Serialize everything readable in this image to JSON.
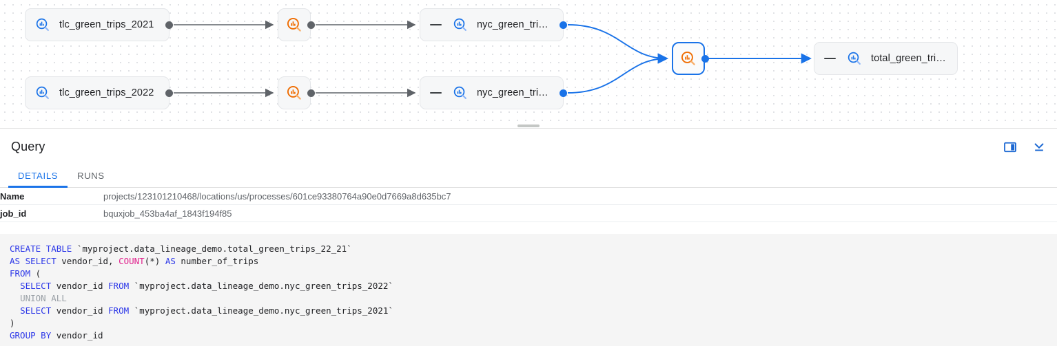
{
  "lineage": {
    "nodes": [
      {
        "id": "tlc-2021",
        "label": "tlc_green_trips_2021",
        "type": "table",
        "icon": "bigquery-table-icon"
      },
      {
        "id": "tlc-2022",
        "label": "tlc_green_trips_2022",
        "type": "table",
        "icon": "bigquery-table-icon"
      },
      {
        "id": "proc-2021",
        "label": "",
        "type": "process",
        "icon": "bigquery-process-icon"
      },
      {
        "id": "proc-2022",
        "label": "",
        "type": "process",
        "icon": "bigquery-process-icon"
      },
      {
        "id": "nyc-2021",
        "label": "nyc_green_trips…",
        "type": "table",
        "icon": "bigquery-table-icon"
      },
      {
        "id": "nyc-2022",
        "label": "nyc_green_trips…",
        "type": "table",
        "icon": "bigquery-table-icon"
      },
      {
        "id": "proc-union",
        "label": "",
        "type": "process",
        "icon": "bigquery-process-icon",
        "selected": true
      },
      {
        "id": "total",
        "label": "total_green_trip…",
        "type": "table",
        "icon": "bigquery-table-icon"
      }
    ],
    "colors": {
      "edge_default": "#5f6368",
      "edge_selected": "#1a73e8",
      "node_fill": "#f6f7f8",
      "node_border": "#e4e6e9",
      "icon_table": "#1a73e8",
      "icon_process": "#ef6c00",
      "grid_dot": "#dadce0"
    }
  },
  "panel": {
    "title": "Query",
    "actions": [
      {
        "name": "split-pane-icon",
        "label": "Toggle side panel"
      },
      {
        "name": "collapse-down-icon",
        "label": "Collapse panel"
      }
    ],
    "tabs": [
      {
        "id": "details",
        "label": "DETAILS",
        "active": true
      },
      {
        "id": "runs",
        "label": "RUNS",
        "active": false
      }
    ],
    "details": [
      {
        "key": "Name",
        "value": "projects/123101210468/locations/us/processes/601ce93380764a90e0d7669a8d635bc7"
      },
      {
        "key": "job_id",
        "value": "bquxjob_453ba4af_1843f194f85"
      }
    ]
  },
  "sql": {
    "lines": [
      "CREATE TABLE `myproject.data_lineage_demo.total_green_trips_22_21`",
      "AS SELECT vendor_id, COUNT(*) AS number_of_trips",
      "FROM (",
      "  SELECT vendor_id FROM `myproject.data_lineage_demo.nyc_green_trips_2022`",
      "  UNION ALL",
      "  SELECT vendor_id FROM `myproject.data_lineage_demo.nyc_green_trips_2021`",
      ")",
      "GROUP BY vendor_id"
    ]
  }
}
